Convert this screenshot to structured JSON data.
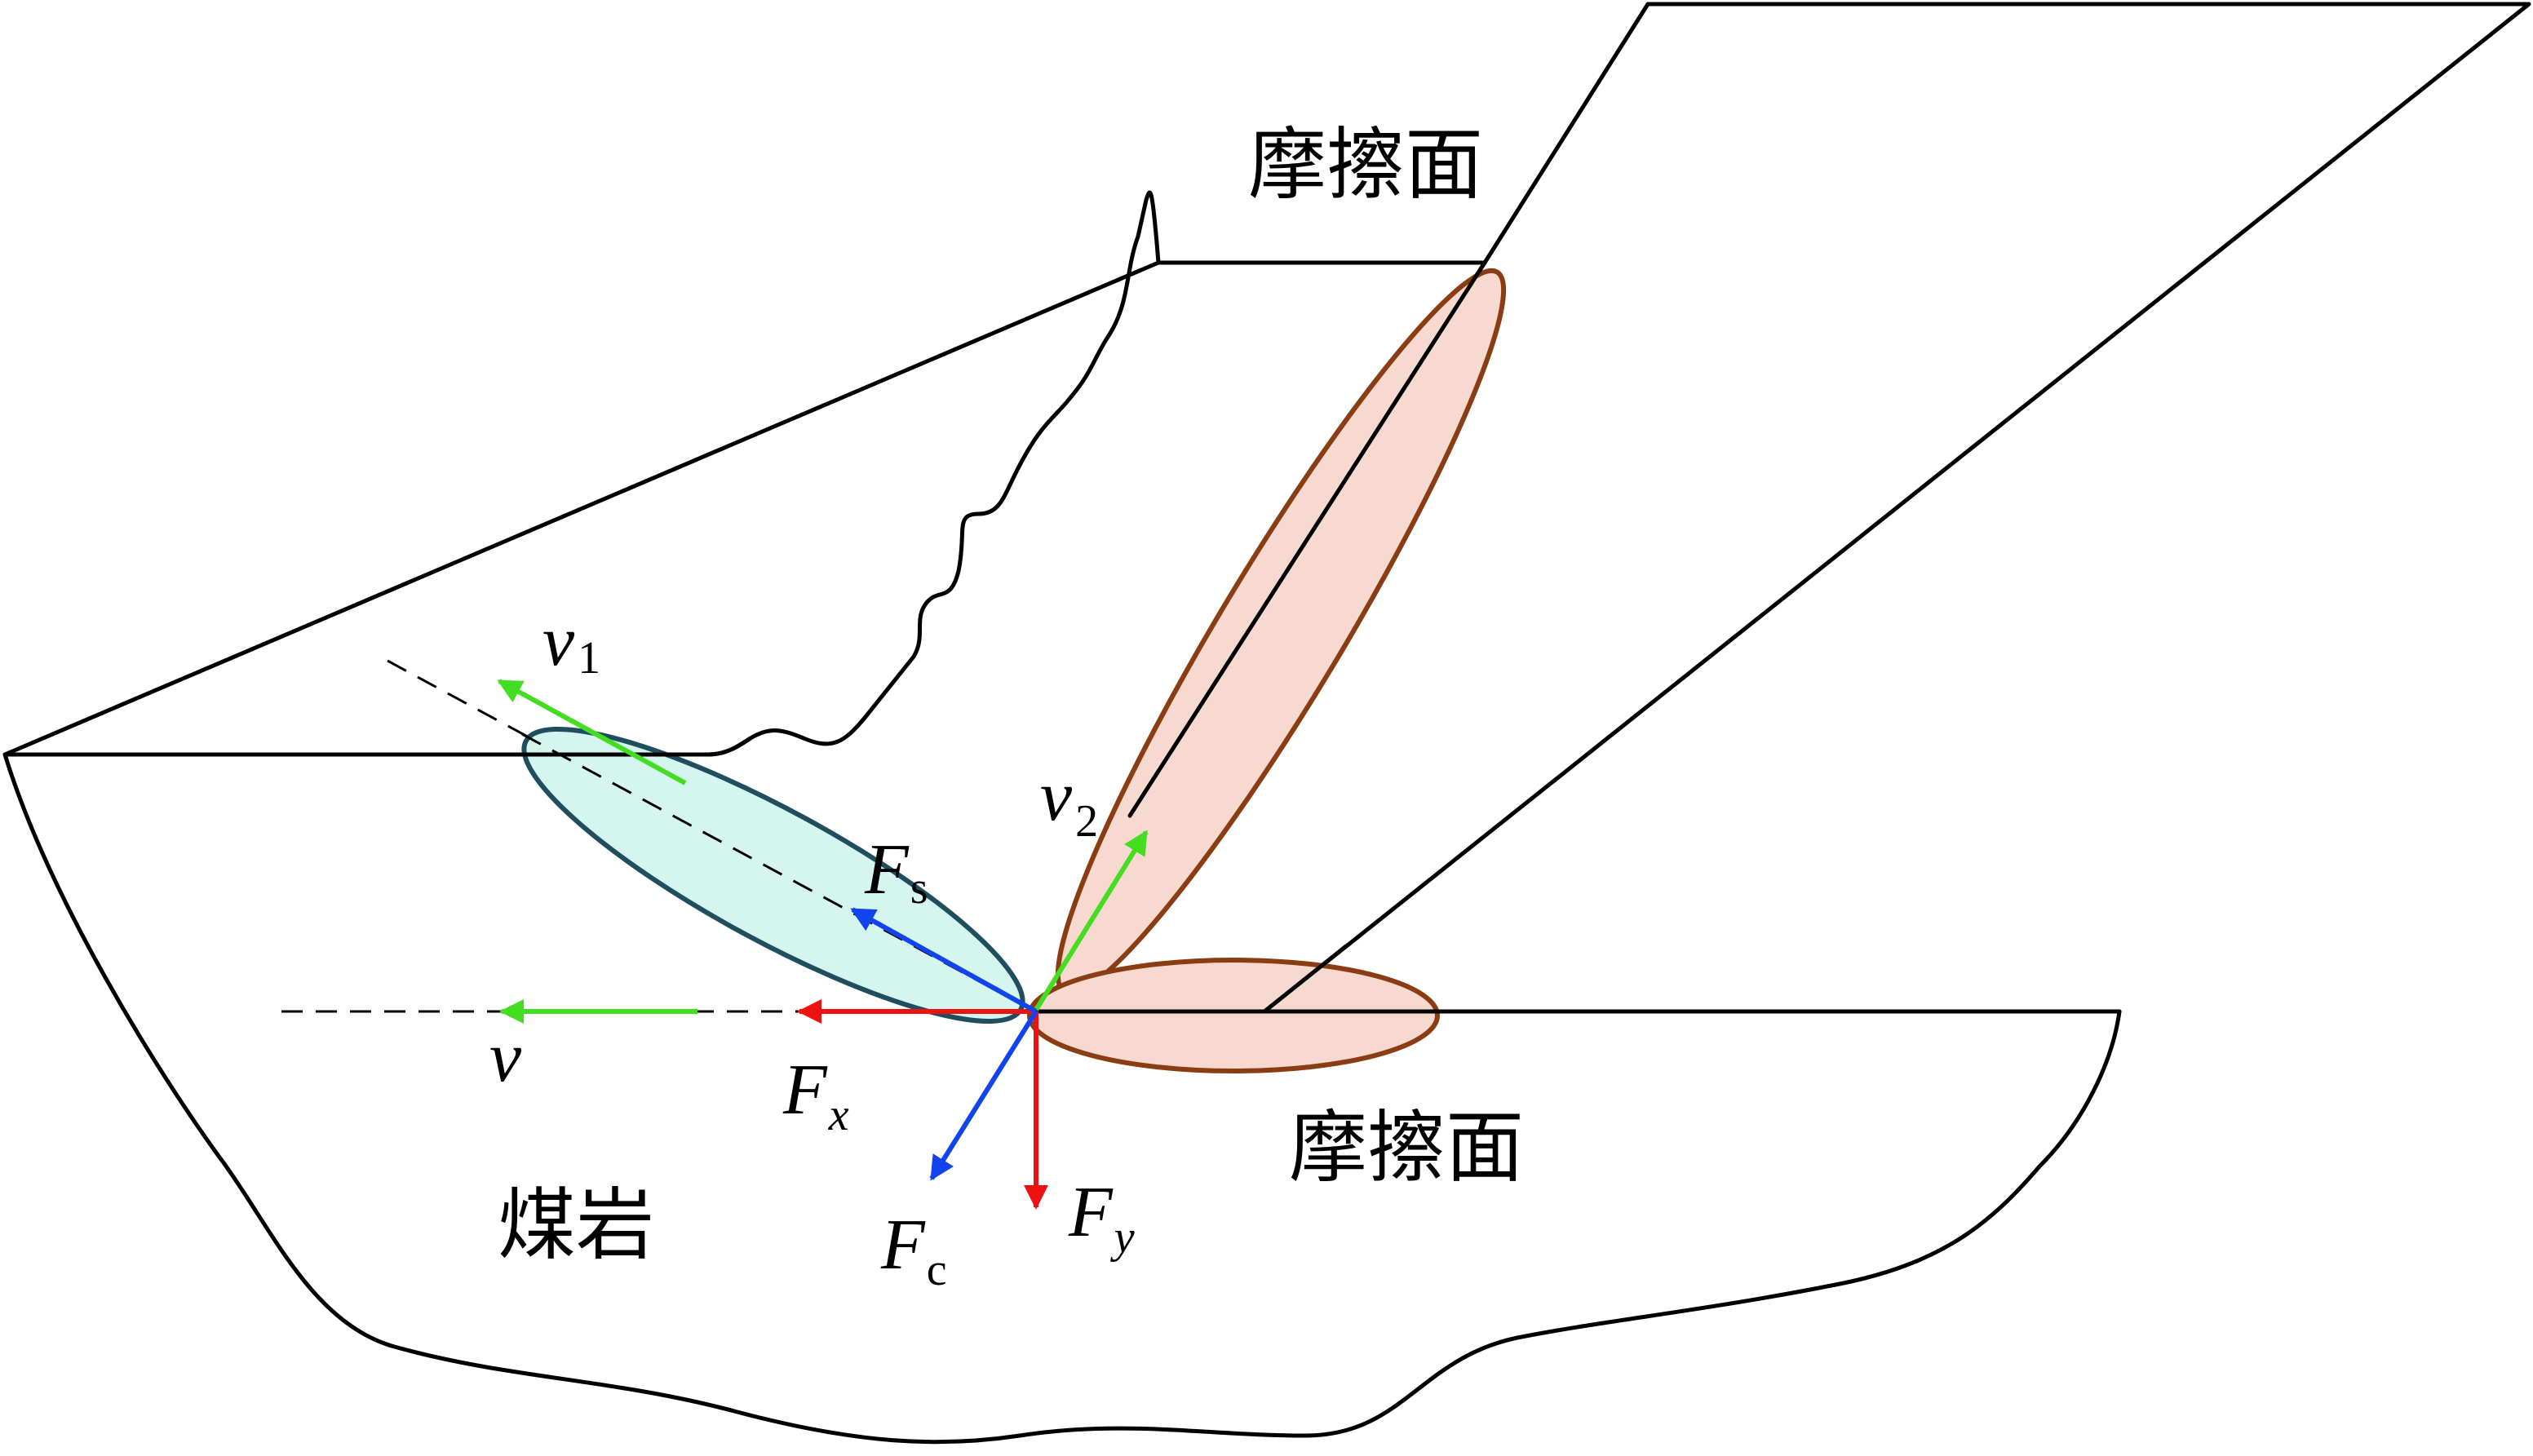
{
  "labels": {
    "friction_surface_top": "摩擦面",
    "friction_surface_bottom": "摩擦面",
    "coal_rock": "煤岩",
    "v": {
      "main": "v",
      "sub": ""
    },
    "v1": {
      "main": "v",
      "sub": "1"
    },
    "v2": {
      "main": "v",
      "sub": "2"
    },
    "Fs": {
      "main": "F",
      "sub": "s"
    },
    "Fx": {
      "main": "F",
      "sub": "x"
    },
    "Fy": {
      "main": "F",
      "sub": "y"
    },
    "Fc": {
      "main": "F",
      "sub": "c"
    }
  },
  "colors": {
    "outline": "#000000",
    "velocity_vector": "#44dd22",
    "component_force": "#ee1111",
    "resultant_force": "#1144ee",
    "shear_zone_fill": "#d4f6ee",
    "shear_zone_stroke": "#1f4e5f",
    "friction_zone_fill": "#f8d9cf",
    "friction_zone_stroke": "#8a3d12"
  }
}
